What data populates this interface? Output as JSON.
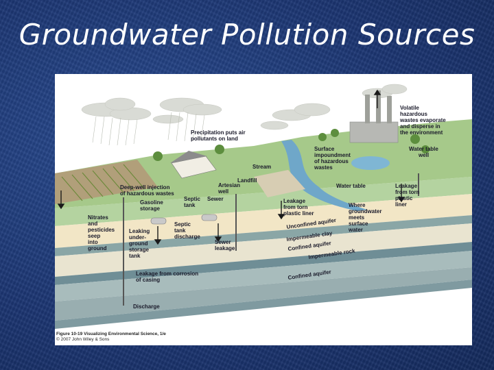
{
  "slide": {
    "title": "Groundwater Pollution Sources"
  },
  "figure": {
    "caption_line1": "Figure 10-19 Visualizing Environmental Science, 1/e",
    "caption_line2": "© 2007 John Wiley & Sons",
    "labels": {
      "volatile": [
        "Volatile",
        "hazardous",
        "wastes evaporate",
        "and disperse in",
        "the environment"
      ],
      "precipitation": [
        "Precipitation puts air",
        "pollutants on land"
      ],
      "surface_impoundment": [
        "Surface",
        "impoundment",
        "of hazardous",
        "wastes"
      ],
      "water_table_well": [
        "Water table",
        "well"
      ],
      "stream": "Stream",
      "landfill": "Landfill",
      "water_table": "Water table",
      "leakage_right": [
        "Leakage",
        "from torn",
        "plastic",
        "liner"
      ],
      "deep_well": [
        "Deep-well injection",
        "of hazardous wastes"
      ],
      "artesian_well": [
        "Artesian",
        "well"
      ],
      "gasoline_storage": [
        "Gasoline",
        "storage"
      ],
      "septic_tank": [
        "Septic",
        "tank"
      ],
      "sewer": "Sewer",
      "leakage_mid": [
        "Leakage",
        "from torn",
        "plastic liner"
      ],
      "where_groundwater": [
        "Where",
        "groundwater",
        "meets",
        "surface",
        "water"
      ],
      "nitrates": [
        "Nitrates",
        "and",
        "pesticides",
        "seep",
        "into",
        "ground"
      ],
      "septic_discharge": [
        "Septic",
        "tank",
        "discharge"
      ],
      "looking_underground": [
        "Leaking",
        "under-",
        "ground",
        "storage",
        "tank"
      ],
      "sewer_leakage": [
        "Sewer",
        "leakage"
      ],
      "unconfined_aquifer": "Unconfined aquifer",
      "impermeable_clay": "Impermeable clay",
      "confined_aquifer_1": "Confined aquifer",
      "impermeable_rock": "Impermeable rock",
      "confined_aquifer_2": "Confined aquifer",
      "leakage_corrosion": [
        "Leakage from corrosion",
        "of casing"
      ],
      "discharge": "Discharge"
    }
  }
}
